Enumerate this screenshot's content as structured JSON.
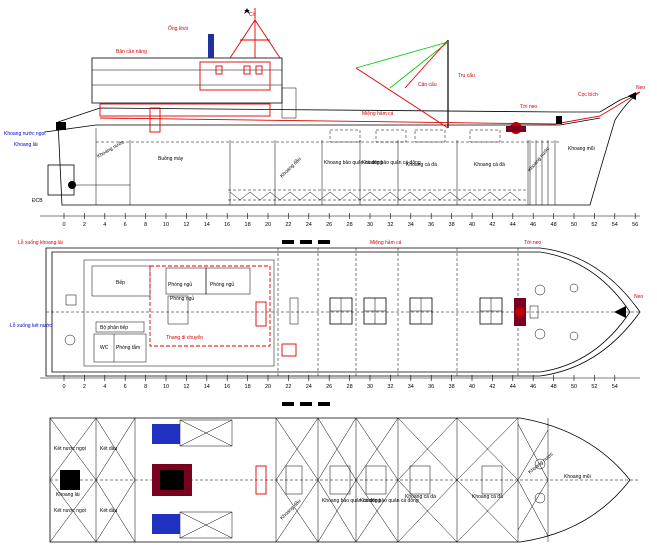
{
  "profile_labels": {
    "flag": "Cờ",
    "ong_khoi": "Ống khói",
    "ban_cam_nang": "Bản cần nâng",
    "can_cau": "Cần cẩu",
    "tru_cau": "Trụ cẩu",
    "toi_neo": "Tời neo",
    "coc_bich": "Cọc bích",
    "neo": "Neo",
    "mieng_ham_ca": "Miệng hầm cá",
    "khoang_nuoc_ngot": "Khoang nước ngọt",
    "khoang_lai": "Khoang lái",
    "khoang_nuoc": "Khoang nước",
    "buong_may": "Buồng máy",
    "khoang_dau": "Khoang dầu",
    "khoang_bao_quan_1": "Khoang bảo quản cá đông",
    "khoang_bao_quan_2": "Khoang bảo quản cá đông",
    "khoang_ca_da_1": "Khoang cá đá",
    "khoang_ca_da_2": "Khoang cá đá",
    "khoang_nuoc_fwd": "Khoang nước",
    "khoang_mui": "Khoang mũi",
    "baseline": "ĐCB"
  },
  "plan_labels": {
    "lo_xuong_khoang_lai": "Lỗ xuống khoang lái",
    "lo_xuong_ket_nuoc": "Lỗ xuống két nước",
    "bep": "Bếp",
    "phong_ngu_1": "Phòng ngủ",
    "phong_ngu_2": "Phòng ngủ",
    "phong_ngu_3": "Phòng ngủ",
    "bo_phan_tiep": "Bộ phận tiếp",
    "wc": "WC",
    "phong_tam": "Phòng tắm",
    "thang_di_chuyen": "Thang di chuyển",
    "mieng_ham_ca": "Miệng hầm cá",
    "toi_neo": "Tời neo",
    "neo": "Neo"
  },
  "hold_labels": {
    "ket_nuoc_ngot_1": "Két nước ngọt",
    "ket_dau_1": "Két dầu",
    "khoang_lai": "Khoang lái",
    "ket_nuoc_ngot_2": "Két nước ngọt",
    "ket_dau_2": "Két dầu",
    "khoang_dau": "Khoang dầu",
    "khoang_bao_quan_1": "Khoang bảo quản cá đông",
    "khoang_bao_quan_2": "Khoang bảo quản cá đông",
    "khoang_ca_da_1": "Khoang cá đá",
    "khoang_ca_da_2": "Khoang cá đá",
    "khoang_nuoc": "Khoang nước",
    "khoang_mui": "Khoang mũi"
  },
  "frame_scale_1": [
    "0",
    "2",
    "4",
    "6",
    "8",
    "10",
    "12",
    "14",
    "16",
    "18",
    "20",
    "22",
    "24",
    "26",
    "28",
    "30",
    "32",
    "34",
    "36",
    "38",
    "40",
    "42",
    "44",
    "46",
    "48",
    "50",
    "52",
    "54",
    "56"
  ],
  "frame_scale_2": [
    "0",
    "2",
    "4",
    "6",
    "8",
    "10",
    "12",
    "14",
    "16",
    "18",
    "20",
    "22",
    "24",
    "26",
    "28",
    "30",
    "32",
    "34",
    "36",
    "38",
    "40",
    "42",
    "44",
    "46",
    "48",
    "50",
    "52",
    "54"
  ],
  "colors": {
    "structure": "#000000",
    "equipment": "#e00000",
    "rigging": "#00cc00",
    "machinery": "#0000cc"
  }
}
